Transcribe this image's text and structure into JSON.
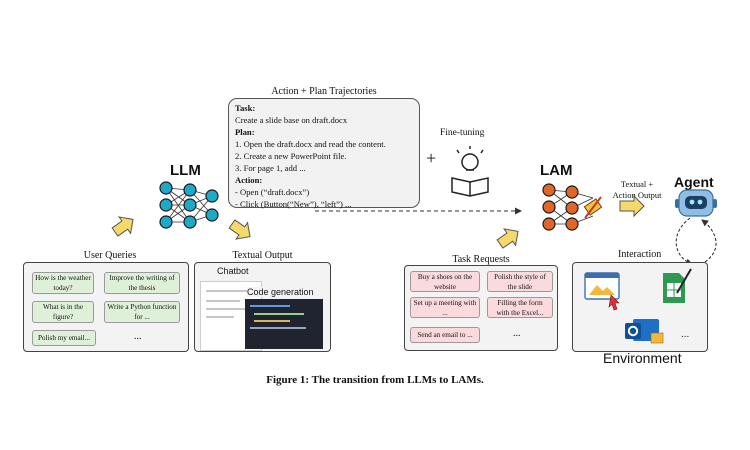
{
  "top": {
    "plan_title": "Action + Plan Trajectories",
    "task_label": "Task:",
    "task_text": "Create a slide base on draft.docx",
    "plan_label": "Plan:",
    "plan_steps": [
      "1. Open the draft.docx and read the content.",
      "2. Create a new PowerPoint file.",
      "3. For page 1, add ..."
    ],
    "action_label": "Action:",
    "actions": [
      "- Open (“draft.docx”)",
      "- Click (Button(“New”), “left”) ..."
    ],
    "plus": "+",
    "finetune": "Fine-tuning"
  },
  "llm": {
    "label": "LLM"
  },
  "lam": {
    "label": "LAM"
  },
  "agent": {
    "label": "Agent",
    "output": "Textual +\nAction Output"
  },
  "queries": {
    "title": "User Queries",
    "items": [
      "How is the weather today?",
      "Improve the writing of the thesis",
      "What is in the figure?",
      "Write a Python function for ...",
      "Polish my email..."
    ],
    "more": "..."
  },
  "textual": {
    "title": "Textual Output",
    "chatbot": "Chatbot",
    "code": "Code generation"
  },
  "tasks": {
    "title": "Task Requests",
    "items": [
      "Buy a shoes on the website",
      "Polish the style of the slide",
      "Set up a meeting with ...",
      "Filling the form with the Excel...",
      "Send an email to ..."
    ],
    "more": "..."
  },
  "env": {
    "interaction": "Interaction",
    "label": "Environment",
    "more": "..."
  },
  "caption": "Figure 1: The transition from LLMs to LAMs.",
  "colors": {
    "node_teal": "#1fa9c9",
    "node_orange": "#e0672a",
    "arrow_yellow": "#f6d96b",
    "chip_green": "#dff0d8",
    "chip_pink": "#fadadd"
  }
}
